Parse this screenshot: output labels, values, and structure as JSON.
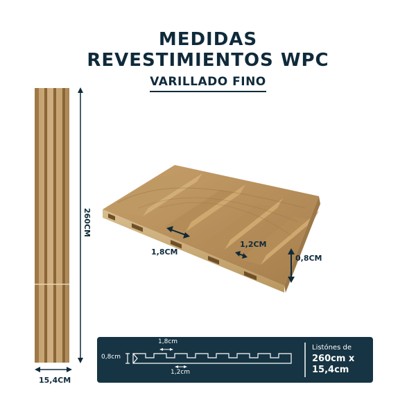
{
  "header": {
    "line1": "MEDIDAS",
    "line2": "REVESTIMIENTOS WPC",
    "subtitle": "VARILLADO FINO"
  },
  "dimensions": {
    "height_label": "260CM",
    "width_label": "15,4CM",
    "groove_width_label": "1,8CM",
    "rib_width_label": "1,2CM",
    "thickness_label": "0,8CM"
  },
  "banner": {
    "groove_label": "1,8cm",
    "thickness_label": "0,8cm",
    "rib_label": "1,2cm",
    "info_title": "Listónes de",
    "info_size_1": "260cm x",
    "info_size_2": "15,4cm"
  },
  "colors": {
    "navy": "#163443",
    "text": "#0f2a3a",
    "wood_light": "#c9a676",
    "wood_mid": "#a8834f",
    "wood_dark": "#7a5a30"
  }
}
